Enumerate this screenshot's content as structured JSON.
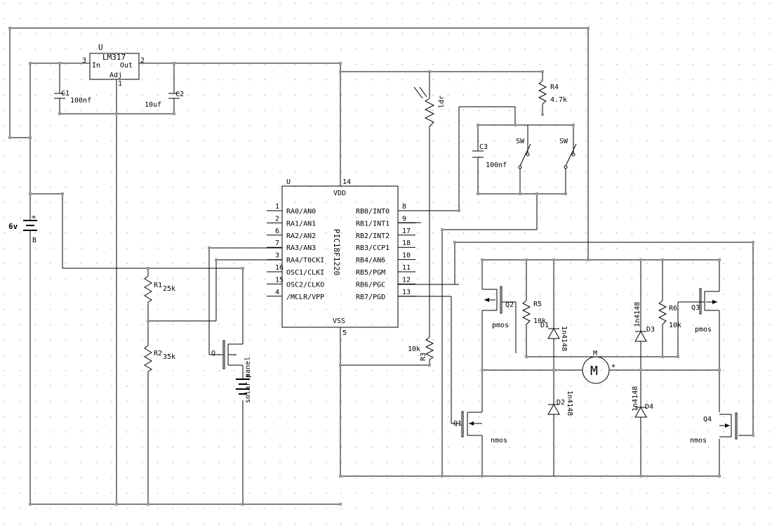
{
  "regulator": {
    "ref": "U",
    "name": "LM317",
    "pin_in_label": "In",
    "pin_out_label": "Out",
    "pin_adj_label": "Adj",
    "pin_in": "3",
    "pin_out": "2",
    "pin_adj": "1"
  },
  "c1": {
    "ref": "C1",
    "value": "100nf"
  },
  "c2": {
    "ref": "C2",
    "value": "10uf"
  },
  "c3": {
    "ref": "C3",
    "value": "100nf"
  },
  "battery": {
    "value": "6v",
    "plus": "+",
    "ref": "B"
  },
  "ldr": {
    "value": "ldr"
  },
  "r1": {
    "ref": "R1",
    "value": "25k"
  },
  "r2": {
    "ref": "R2",
    "value": "35k"
  },
  "r3": {
    "ref": "R3",
    "value": "10k"
  },
  "r4": {
    "ref": "R4",
    "value": "4.7k"
  },
  "r5": {
    "ref": "R5",
    "value": "10k"
  },
  "r6": {
    "ref": "R6",
    "value": "10k"
  },
  "sw1": {
    "label": "SW"
  },
  "sw2": {
    "label": "SW"
  },
  "mcu": {
    "ref": "U",
    "part": "PIC18F1220",
    "vdd": "VDD",
    "vss": "VSS",
    "vdd_pin": "14",
    "vss_pin": "5",
    "left_pins": [
      {
        "num": "1",
        "name": "RA0/AN0"
      },
      {
        "num": "2",
        "name": "RA1/AN1"
      },
      {
        "num": "6",
        "name": "RA2/AN2"
      },
      {
        "num": "7",
        "name": "RA3/AN3"
      },
      {
        "num": "3",
        "name": "RA4/T0CKI"
      },
      {
        "num": "16",
        "name": "OSC1/CLKI"
      },
      {
        "num": "15",
        "name": "OSC2/CLKO"
      },
      {
        "num": "4",
        "name": "/MCLR/VPP"
      }
    ],
    "right_pins": [
      {
        "num": "8",
        "name": "RB0/INT0"
      },
      {
        "num": "9",
        "name": "RB1/INT1"
      },
      {
        "num": "17",
        "name": "RB2/INT2"
      },
      {
        "num": "18",
        "name": "RB3/CCP1"
      },
      {
        "num": "10",
        "name": "RB4/AN6"
      },
      {
        "num": "11",
        "name": "RB5/PGM"
      },
      {
        "num": "12",
        "name": "RB6/PGC"
      },
      {
        "num": "13",
        "name": "RB7/PGD"
      }
    ]
  },
  "q0": {
    "ref": "Q"
  },
  "solar": {
    "label": "solar panel",
    "plus": "+"
  },
  "q1": {
    "ref": "Q1",
    "type": "nmos"
  },
  "q2": {
    "ref": "Q2",
    "type": "pmos"
  },
  "q3": {
    "ref": "Q3",
    "type": "pmos"
  },
  "q4": {
    "ref": "Q4",
    "type": "nmos"
  },
  "d1": {
    "ref": "D1",
    "part": "1n4148"
  },
  "d2": {
    "ref": "D2",
    "part": "1n4148"
  },
  "d3": {
    "ref": "D3",
    "part": "1n4148"
  },
  "d4": {
    "ref": "D4",
    "part": "1n4148"
  },
  "motor": {
    "ref": "M",
    "symbol": "M",
    "plus": "+"
  },
  "colors": {
    "grid": "#9a9a9a",
    "wire": "#000000",
    "node": "#9a9a9a"
  }
}
